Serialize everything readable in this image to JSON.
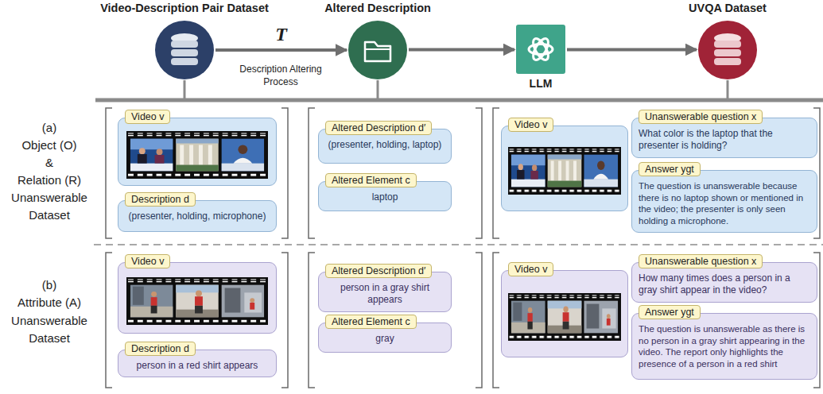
{
  "diagram": {
    "nodes": [
      {
        "text": [
          "Video-Description Pair Dataset"
        ]
      },
      {
        "text": [
          "Altered Description"
        ]
      },
      {
        "text": [
          "LLM"
        ]
      },
      {
        "text": [
          "UVQA Dataset"
        ]
      },
      {
        "text": [
          "Video v"
        ]
      },
      {
        "text": [
          "Description d",
          "(presenter, holding, microphone)"
        ]
      },
      {
        "text": [
          "Altered Description d′",
          "(presenter, holding, laptop)"
        ]
      },
      {
        "text": [
          "Altered Element c",
          "laptop"
        ]
      },
      {
        "text": [
          "Video v"
        ]
      },
      {
        "text": [
          "Unanswerable question x",
          "What color is the laptop that the presenter is holding?"
        ]
      },
      {
        "text": [
          "Answer ygt",
          "The question is unanswerable because there is no laptop shown or mentioned in the video; the presenter is only seen holding a microphone."
        ]
      },
      {
        "text": [
          "Video v"
        ]
      },
      {
        "text": [
          "Description d",
          "person in a red shirt appears"
        ]
      },
      {
        "text": [
          "Altered Description d′",
          "person in a gray shirt appears"
        ]
      },
      {
        "text": [
          "Altered Element c",
          "gray"
        ]
      },
      {
        "text": [
          "Video v"
        ]
      },
      {
        "text": [
          "Unanswerable question x",
          "How many times does a person in a gray shirt appear in the video?"
        ]
      },
      {
        "text": [
          "Answer ygt",
          "The question is unanswerable as there is no person in a gray shirt appearing in the video. The report only highlights the presence of a person in a red shirt"
        ]
      }
    ],
    "edges": [
      {
        "from": 0,
        "to": 1,
        "label": "T",
        "arrow": "to"
      },
      {
        "from": 1,
        "to": 2,
        "arrow": "to"
      },
      {
        "from": 2,
        "to": 3,
        "arrow": "to"
      }
    ],
    "labels": [
      "Description Altering Process",
      "(a)",
      "Object (O)",
      "&",
      "Relation (R)",
      "Unanswerable",
      "Dataset",
      "(b)",
      "Attribute (A)",
      "Unanswerable",
      "Dataset"
    ]
  }
}
